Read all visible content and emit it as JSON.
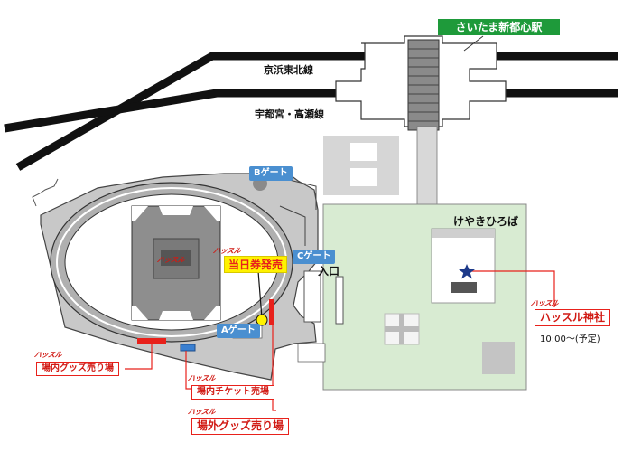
{
  "station": {
    "label": "さいたま新都心駅"
  },
  "railways": [
    {
      "label": "京浜東北線"
    },
    {
      "label": "宇都宮・高瀬線"
    }
  ],
  "gates": {
    "a": "Aゲート",
    "b": "Bゲート",
    "c": "Cゲート"
  },
  "entrance": {
    "label": "入口"
  },
  "plaza": {
    "label": "けやきひろば"
  },
  "sales": {
    "same_day_tickets": "当日券発売",
    "indoor_goods": "場内グッズ売り場",
    "indoor_tickets": "場内チケット売場",
    "outdoor_goods": "場外グッズ売り場"
  },
  "shrine": {
    "label": "ハッスル神社",
    "time": "10:00～(予定)"
  },
  "brand_mark": "ハッスル",
  "colors": {
    "station_green": "#1e9a3a",
    "gate_blue": "#4a8fd0",
    "plaza_green": "#d8ebd2",
    "arena_gray": "#c8c8c8",
    "accent_red": "#e8211b",
    "ticket_yellow": "#fff200",
    "star_blue": "#1d3a8a"
  },
  "icons": [
    "star-icon",
    "location-dot-icon"
  ]
}
